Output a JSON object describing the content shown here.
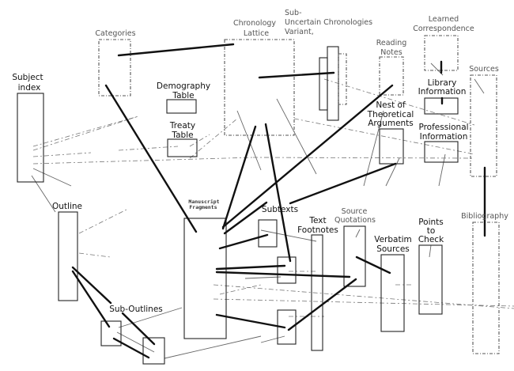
{
  "diagram": {
    "nodes": {
      "subject_index": {
        "line1": "Subject",
        "line2": "index"
      },
      "categories": {
        "line1": "Categories"
      },
      "chronology_lattice": {
        "line1": "Chronology",
        "line2": "Lattice"
      },
      "sub_chronologies": {
        "line1": "Sub-",
        "line2": "Uncertain  Chronologies",
        "line3": "Variant,"
      },
      "demography_table": {
        "line1": "Demography",
        "line2": "Table"
      },
      "treaty_table": {
        "line1": "Treaty",
        "line2": "Table"
      },
      "reading_notes": {
        "line1": "Reading",
        "line2": "Notes"
      },
      "learned_correspondence": {
        "line1": "Learned",
        "line2": "Correspondence"
      },
      "library_information": {
        "line1": "Library",
        "line2": "Information"
      },
      "sources": {
        "line1": "Sources"
      },
      "nest_of_theoretical_arguments": {
        "line1": "Nest of",
        "line2": "Theoretical",
        "line3": "Arguments"
      },
      "professional_information": {
        "line1": "Professional",
        "line2": "Information"
      },
      "outline": {
        "line1": "Outline"
      },
      "manuscript_fragments": {
        "line1": "Manuscript",
        "line2": "Fragments"
      },
      "subtexts": {
        "line1": "Subtexts"
      },
      "text_footnotes": {
        "line1": "Text",
        "line2": "Footnotes"
      },
      "source_quotations": {
        "line1": "Source",
        "line2": "Quotations"
      },
      "verbatim_sources": {
        "line1": "Verbatim",
        "line2": "Sources"
      },
      "points_to_check": {
        "line1": "Points",
        "line2": "to",
        "line3": "Check"
      },
      "bibliography": {
        "line1": "Bibliography"
      },
      "sub_outlines": {
        "line1": "Sub-Outlines"
      }
    }
  }
}
